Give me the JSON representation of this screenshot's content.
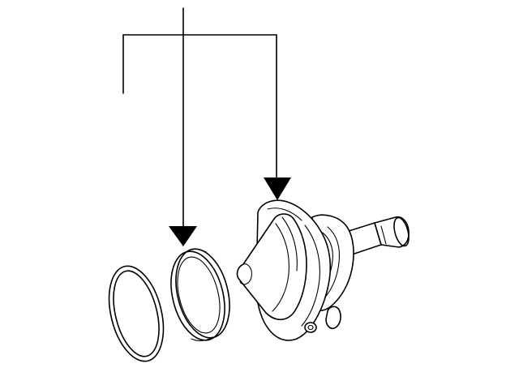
{
  "diagram": {
    "type": "exploded-parts-diagram",
    "background": "#ffffff",
    "line_color": "#000000",
    "parts": [
      {
        "id": "gasket",
        "icon": "gasket-ring-icon"
      },
      {
        "id": "o-ring",
        "icon": "o-ring-seal-icon"
      },
      {
        "id": "thermostat-housing",
        "icon": "thermostat-housing-icon"
      }
    ],
    "callouts": [
      {
        "target": "o-ring",
        "icon": "callout-arrow-icon"
      },
      {
        "target": "thermostat-housing",
        "icon": "callout-arrow-icon"
      }
    ]
  }
}
